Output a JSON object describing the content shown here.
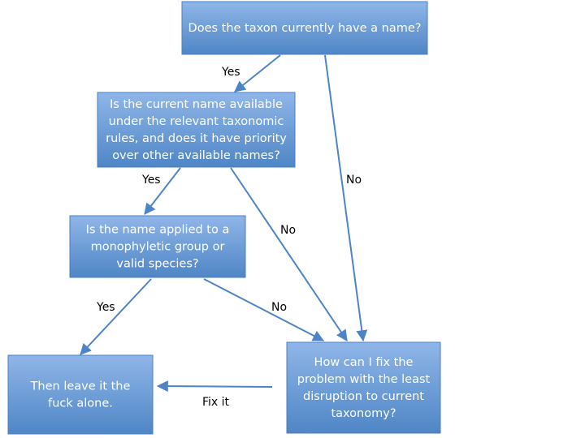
{
  "colors": {
    "box_top": "#8fb6e8",
    "box_bottom": "#4f86c6",
    "box_border": "#4a7fbf",
    "arrow": "#4d84c8"
  },
  "nodes": [
    {
      "id": "q1",
      "lines": [
        "Does the taxon currently have a name?"
      ]
    },
    {
      "id": "q2",
      "lines": [
        "Is the current name available",
        "under the relevant taxonomic",
        "rules, and does it have priority",
        "over other available names?"
      ]
    },
    {
      "id": "q3",
      "lines": [
        "Is the name applied to a",
        "monophyletic group or",
        "valid species?"
      ]
    },
    {
      "id": "fix",
      "lines": [
        "How can I fix the",
        "problem with the least",
        "disruption to current",
        "taxonomy?"
      ]
    },
    {
      "id": "leave",
      "lines": [
        "Then leave it the",
        "fuck alone."
      ]
    }
  ],
  "edges": [
    {
      "from": "q1",
      "to": "q2",
      "label": "Yes"
    },
    {
      "from": "q1",
      "to": "fix",
      "label": "No"
    },
    {
      "from": "q2",
      "to": "q3",
      "label": "Yes"
    },
    {
      "from": "q2",
      "to": "fix",
      "label": "No"
    },
    {
      "from": "q3",
      "to": "leave",
      "label": "Yes"
    },
    {
      "from": "q3",
      "to": "fix",
      "label": "No"
    },
    {
      "from": "fix",
      "to": "leave",
      "label": "Fix it"
    }
  ]
}
